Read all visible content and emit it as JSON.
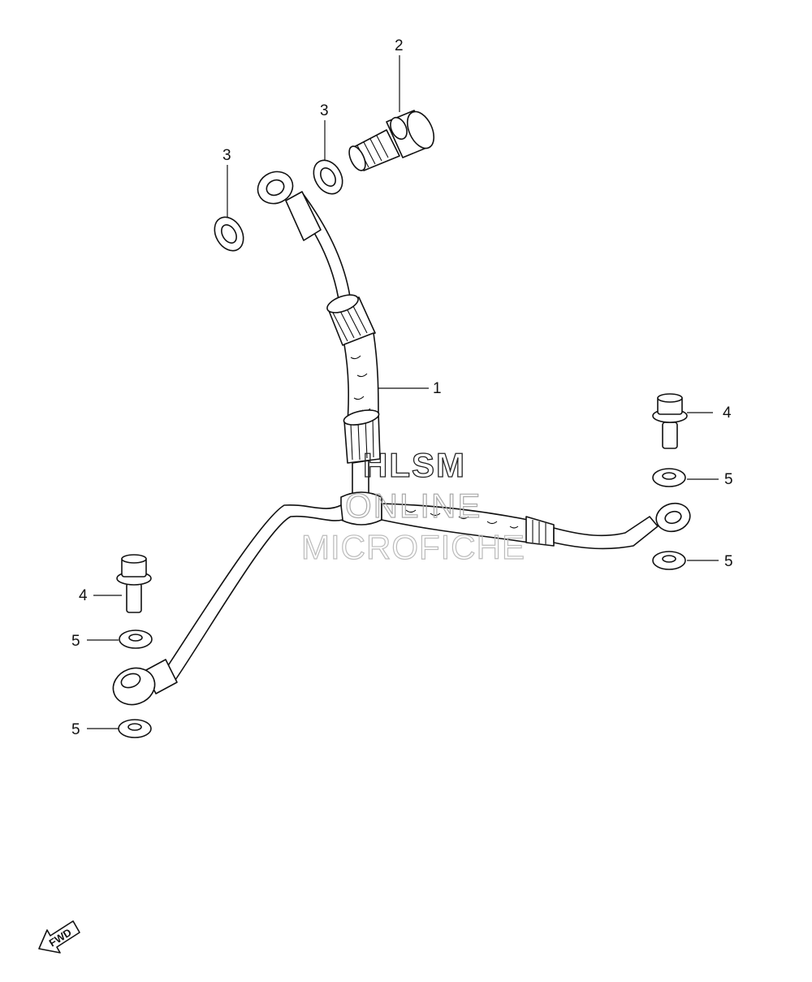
{
  "callouts": [
    {
      "id": "c1",
      "label": "1"
    },
    {
      "id": "c2",
      "label": "2"
    },
    {
      "id": "c3a",
      "label": "3"
    },
    {
      "id": "c3b",
      "label": "3"
    },
    {
      "id": "c4a",
      "label": "4"
    },
    {
      "id": "c4b",
      "label": "4"
    },
    {
      "id": "c5a",
      "label": "5"
    },
    {
      "id": "c5b",
      "label": "5"
    },
    {
      "id": "c5c",
      "label": "5"
    },
    {
      "id": "c5d",
      "label": "5"
    }
  ],
  "watermark": {
    "line1": "HLSM",
    "line2": "ONLINE",
    "line3": "MICROFICHE"
  },
  "fwd_label": "FWD"
}
